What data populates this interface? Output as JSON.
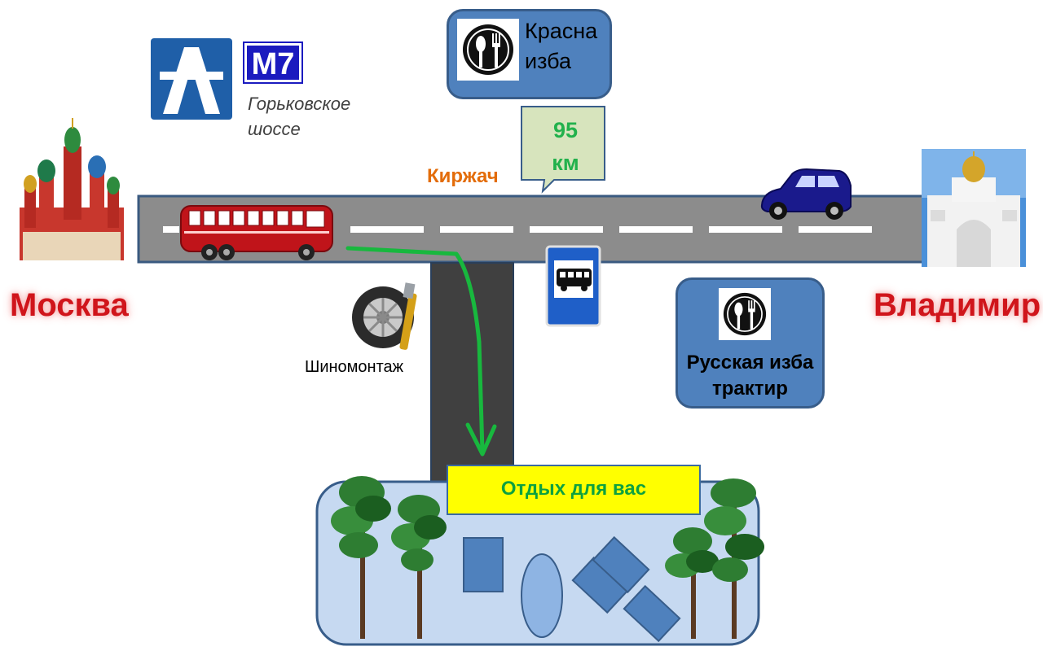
{
  "cities": {
    "origin": "Москва",
    "destination": "Владимир"
  },
  "highway": {
    "route_number": "М7",
    "route_name_line1": "Горьковское",
    "route_name_line2": "шоссе"
  },
  "turn_point": {
    "town": "Киржач",
    "distance_value": "95",
    "distance_unit": "км"
  },
  "restaurants": [
    {
      "line1": "Красна",
      "line2": "изба",
      "icon": "fork-spoon-icon"
    },
    {
      "line1": "Русская изба",
      "line2": "трактир",
      "icon": "fork-spoon-icon"
    }
  ],
  "services": {
    "tire_shop": "Шиномонтаж",
    "bus_stop_icon": "bus-stop-icon"
  },
  "destination_place": {
    "name": "Отдых для вас"
  },
  "colors": {
    "road": "#8c8c8c",
    "side_road": "#404040",
    "route_arrow": "#18b83e",
    "callout": "#4f81bd",
    "city_label": "#d0151b",
    "resort_area": "#c6d9f1",
    "resort_sign": "#ffff00"
  }
}
